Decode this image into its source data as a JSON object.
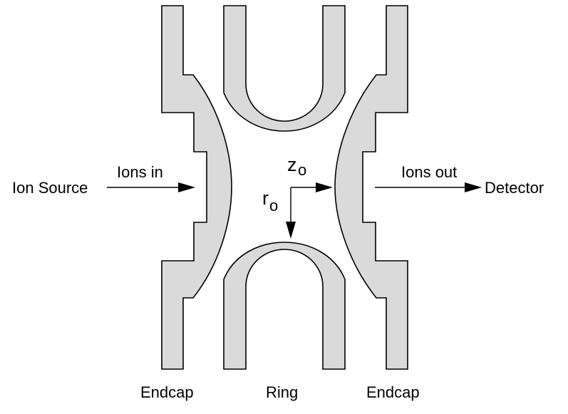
{
  "labels": {
    "ion_source": "Ion Source",
    "ions_in": "Ions in",
    "ions_out": "Ions out",
    "detector": "Detector",
    "z_main": "z",
    "z_sub": "o",
    "r_main": "r",
    "r_sub": "o",
    "endcap_left": "Endcap",
    "ring": "Ring",
    "endcap_right": "Endcap"
  },
  "colors": {
    "electrode_fill": "#dadada",
    "outline": "#000000",
    "background": "#ffffff"
  }
}
